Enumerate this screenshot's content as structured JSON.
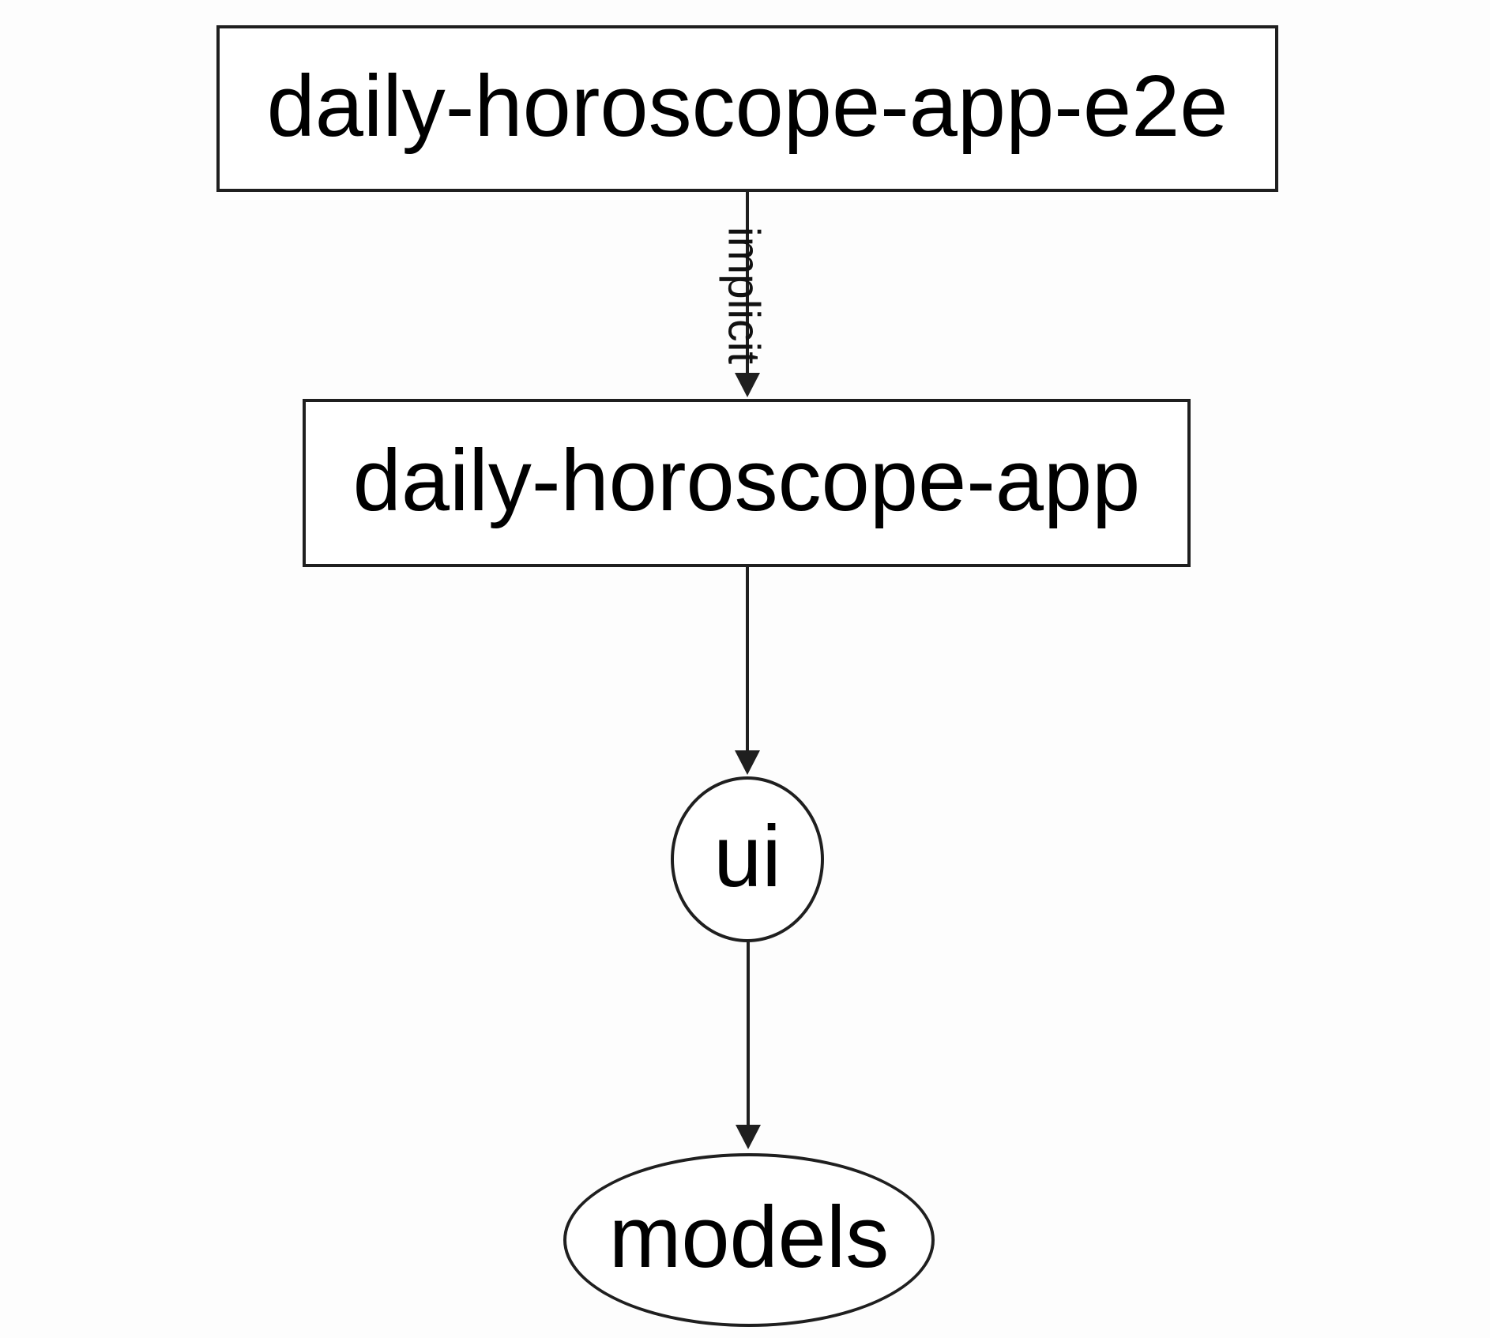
{
  "diagram": {
    "kind": "project-dependency-graph",
    "colors": {
      "background": "#fdfdfd",
      "node_fill": "#ffffff",
      "stroke": "#1f1f1f",
      "text": "#000000"
    },
    "nodes": [
      {
        "id": "daily-horoscope-app-e2e",
        "label": "daily-horoscope-app-e2e",
        "shape": "rectangle"
      },
      {
        "id": "daily-horoscope-app",
        "label": "daily-horoscope-app",
        "shape": "rectangle"
      },
      {
        "id": "ui",
        "label": "ui",
        "shape": "ellipse"
      },
      {
        "id": "models",
        "label": "models",
        "shape": "ellipse"
      }
    ],
    "edges": [
      {
        "from": "daily-horoscope-app-e2e",
        "to": "daily-horoscope-app",
        "label": "implicit"
      },
      {
        "from": "daily-horoscope-app",
        "to": "ui",
        "label": ""
      },
      {
        "from": "ui",
        "to": "models",
        "label": ""
      }
    ]
  }
}
